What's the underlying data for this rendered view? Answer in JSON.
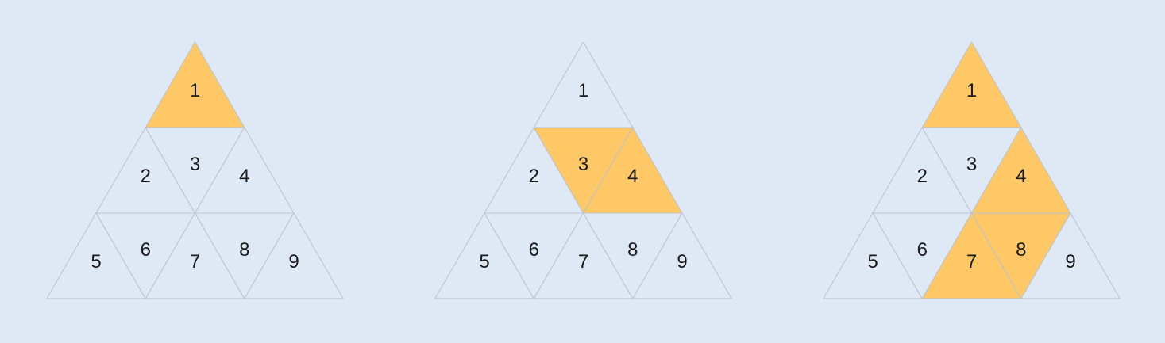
{
  "colors": {
    "background": "#dfe8f5",
    "highlight": "#fec866",
    "plain": "#dfe8f5",
    "edge": "#b9c2cc",
    "text": "#1a1a1a"
  },
  "cell_labels": [
    "1",
    "2",
    "3",
    "4",
    "5",
    "6",
    "7",
    "8",
    "9"
  ],
  "panels": [
    {
      "id": "panel-1",
      "highlighted": [
        "1"
      ]
    },
    {
      "id": "panel-2",
      "highlighted": [
        "3",
        "4"
      ]
    },
    {
      "id": "panel-3",
      "highlighted": [
        "1",
        "4",
        "7",
        "8"
      ]
    }
  ]
}
